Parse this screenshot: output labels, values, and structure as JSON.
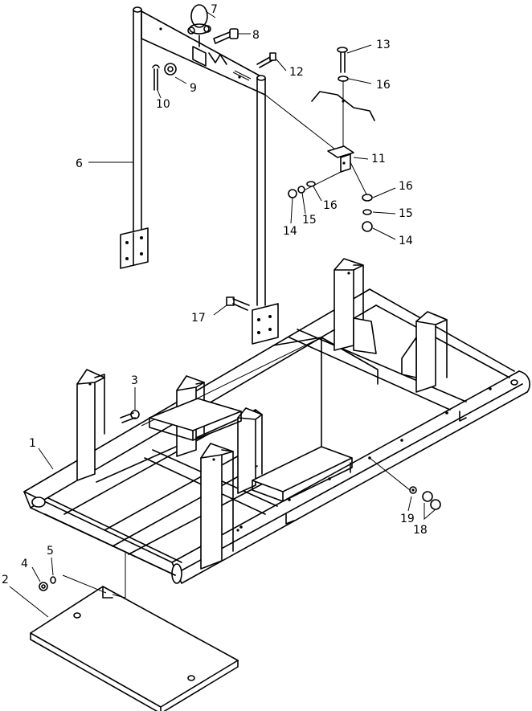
{
  "callouts": [
    {
      "id": "c1",
      "label": "1"
    },
    {
      "id": "c2",
      "label": "2"
    },
    {
      "id": "c3",
      "label": "3"
    },
    {
      "id": "c4",
      "label": "4"
    },
    {
      "id": "c5",
      "label": "5"
    },
    {
      "id": "c6",
      "label": "6"
    },
    {
      "id": "c7",
      "label": "7"
    },
    {
      "id": "c8",
      "label": "8"
    },
    {
      "id": "c9",
      "label": "9"
    },
    {
      "id": "c10",
      "label": "10"
    },
    {
      "id": "c11",
      "label": "11"
    },
    {
      "id": "c12",
      "label": "12"
    },
    {
      "id": "c13",
      "label": "13"
    },
    {
      "id": "c14a",
      "label": "14"
    },
    {
      "id": "c14b",
      "label": "14"
    },
    {
      "id": "c15a",
      "label": "15"
    },
    {
      "id": "c15b",
      "label": "15"
    },
    {
      "id": "c16a",
      "label": "16"
    },
    {
      "id": "c16b",
      "label": "16"
    },
    {
      "id": "c16c",
      "label": "16"
    },
    {
      "id": "c17",
      "label": "17"
    },
    {
      "id": "c18",
      "label": "18"
    },
    {
      "id": "c19",
      "label": "19"
    }
  ]
}
